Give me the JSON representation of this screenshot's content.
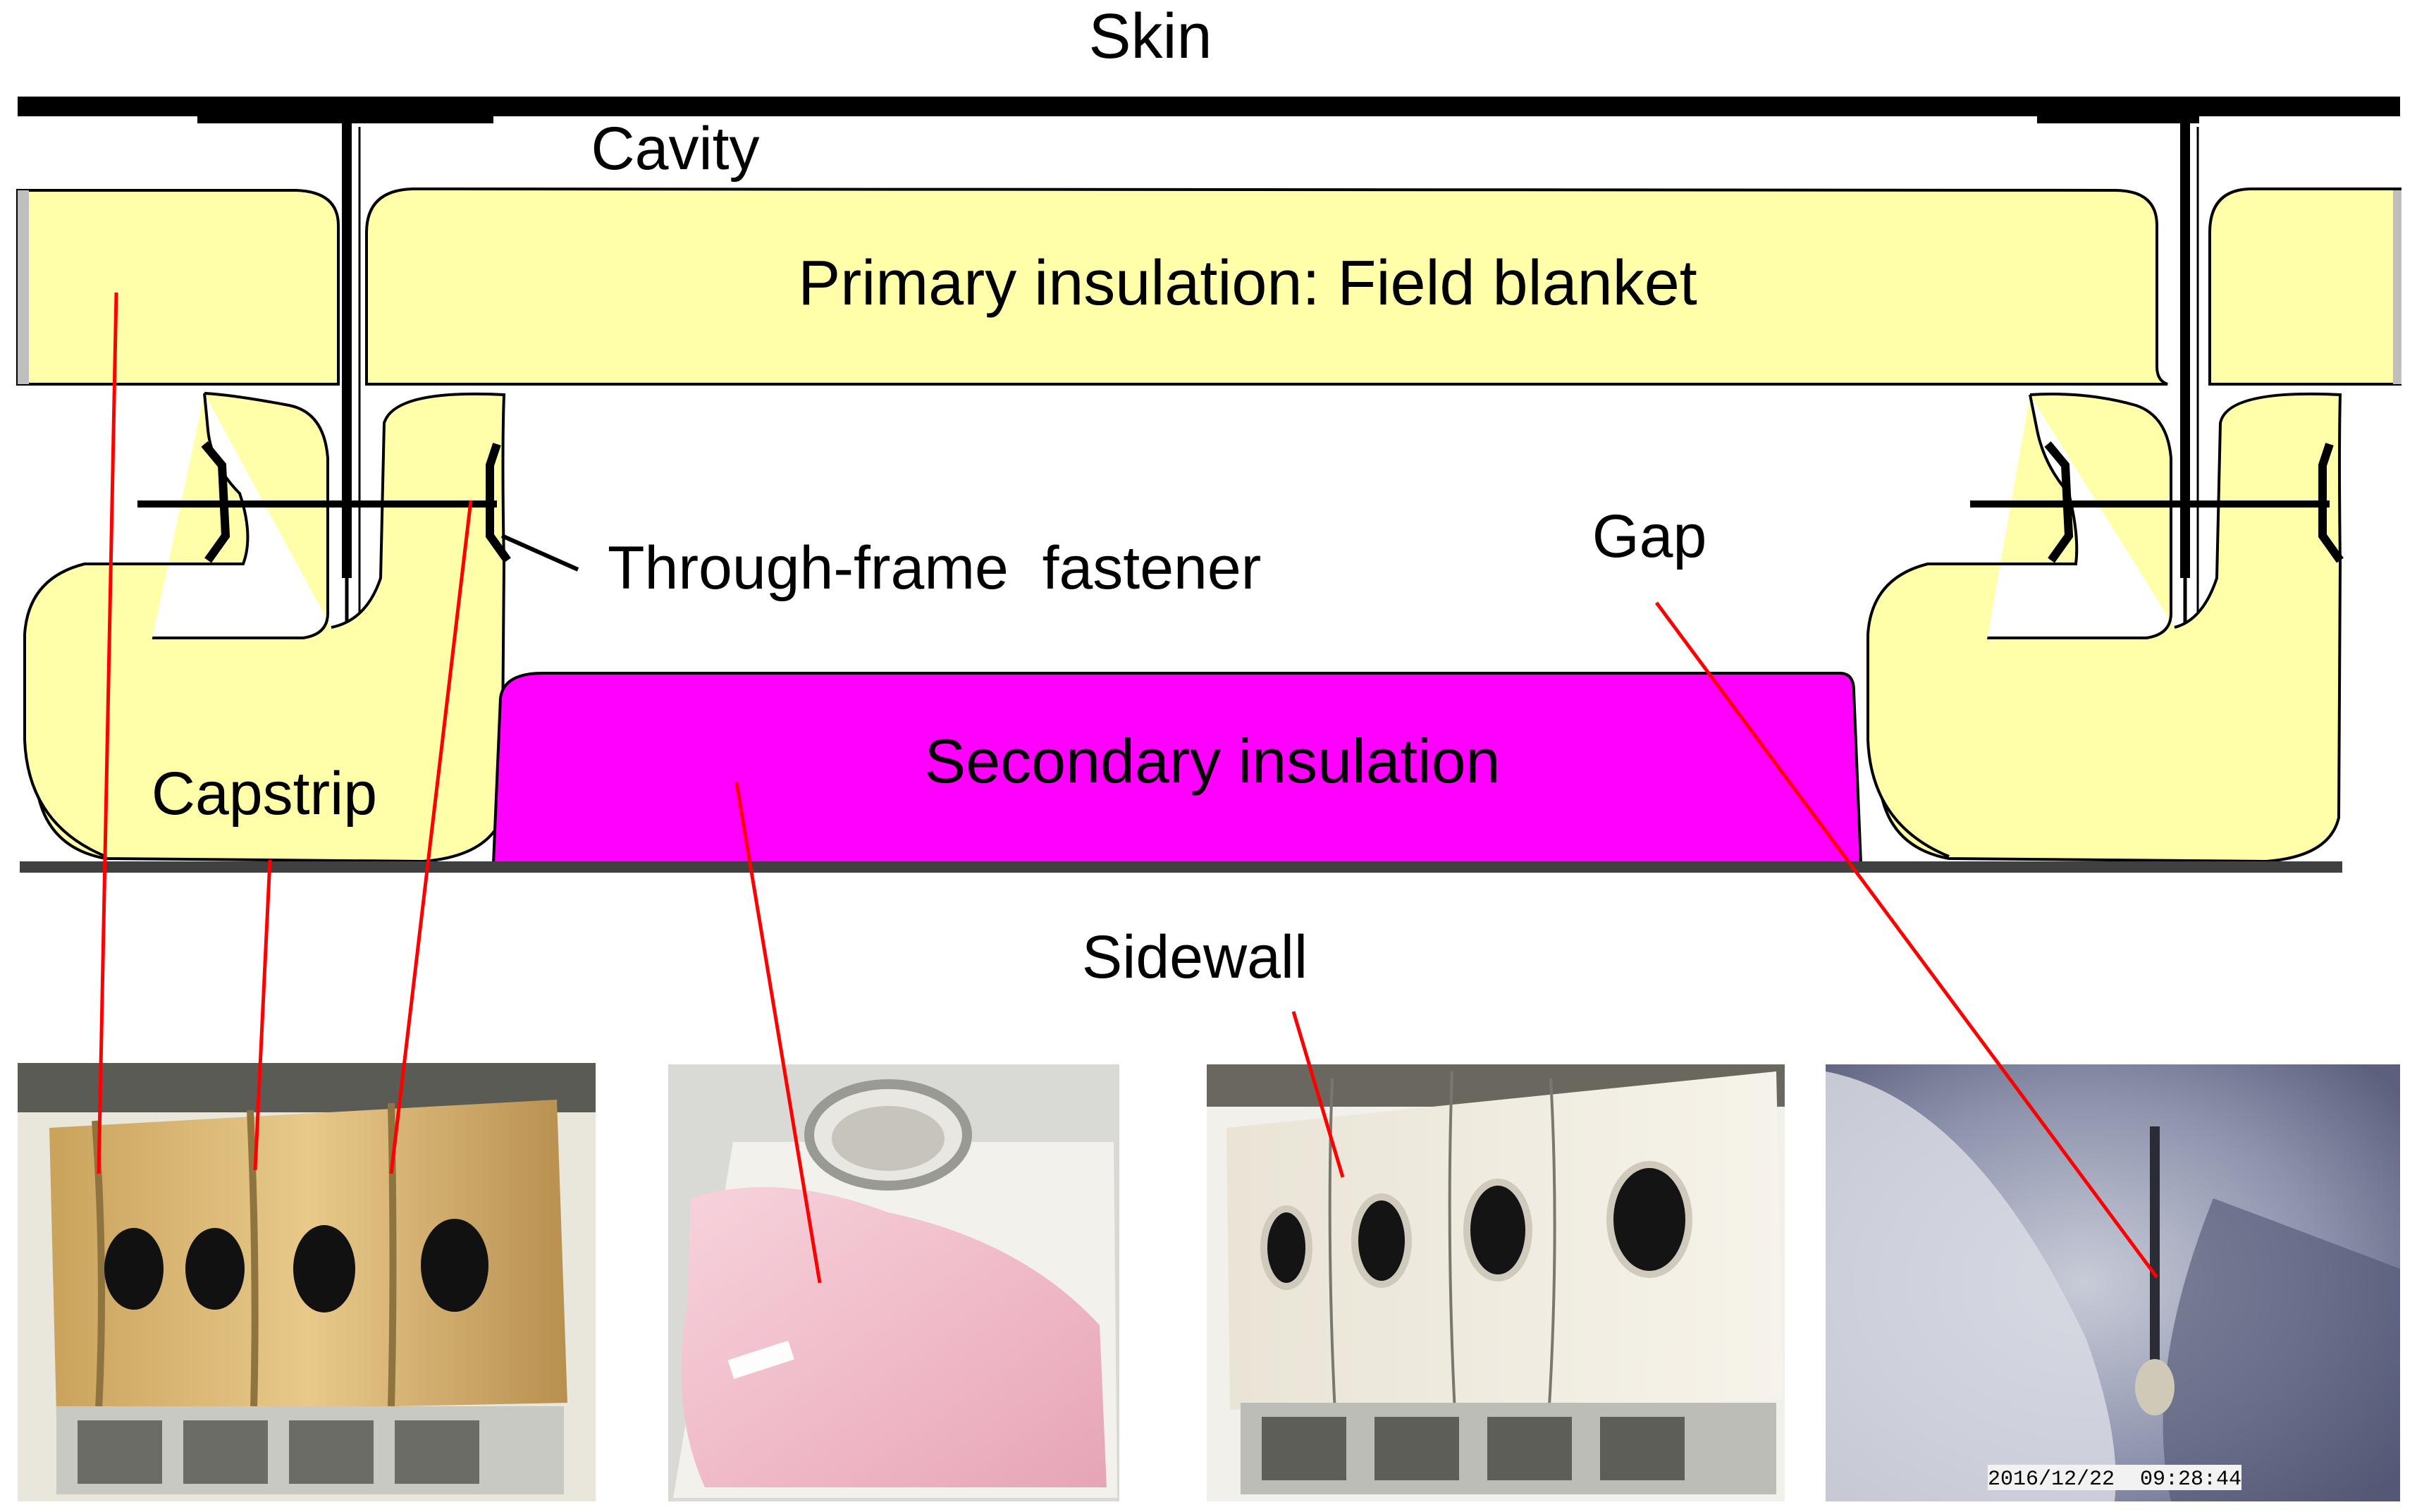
{
  "labels": {
    "skin": "Skin",
    "cavity": "Cavity",
    "primary": "Primary insulation: Field blanket",
    "fastener": "Through-frame  fastener",
    "gap": "Gap",
    "capstrip": "Capstrip",
    "secondary": "Secondary insulation",
    "sidewall": "Sidewall"
  },
  "photos": {
    "timestamp": "2016/12/22  09:28:44"
  },
  "colors": {
    "insulation": "#ffffaa",
    "secondary": "#ff00ff",
    "leader": "#ff0000",
    "structure": "#000000"
  }
}
